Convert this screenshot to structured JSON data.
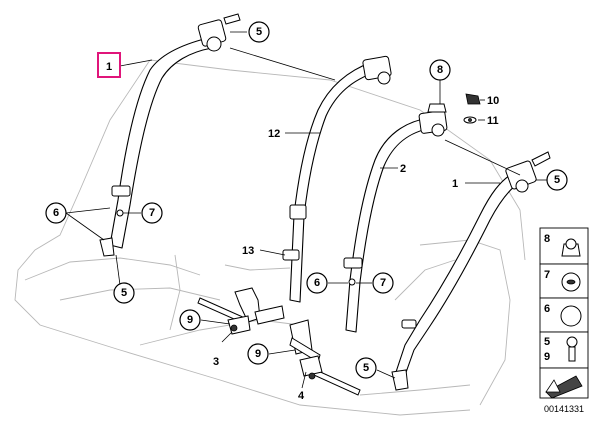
{
  "callouts": {
    "c1": "1",
    "c1b": "1",
    "c2": "2",
    "c3": "3",
    "c4": "4",
    "c5a": "5",
    "c5b": "5",
    "c5c": "5",
    "c5d": "5",
    "c6a": "6",
    "c6b": "6",
    "c7a": "7",
    "c7b": "7",
    "c8": "8",
    "c9a": "9",
    "c9b": "9",
    "c10": "10",
    "c11": "11",
    "c12": "12",
    "c13": "13"
  },
  "legend": {
    "r8": "8",
    "r7": "7",
    "r6": "6",
    "r5": "5",
    "r9": "9"
  },
  "diagram_code": "00141331",
  "colors": {
    "highlight": "#e0157a",
    "line": "#000000",
    "seat_outline": "#b8b8b8"
  }
}
